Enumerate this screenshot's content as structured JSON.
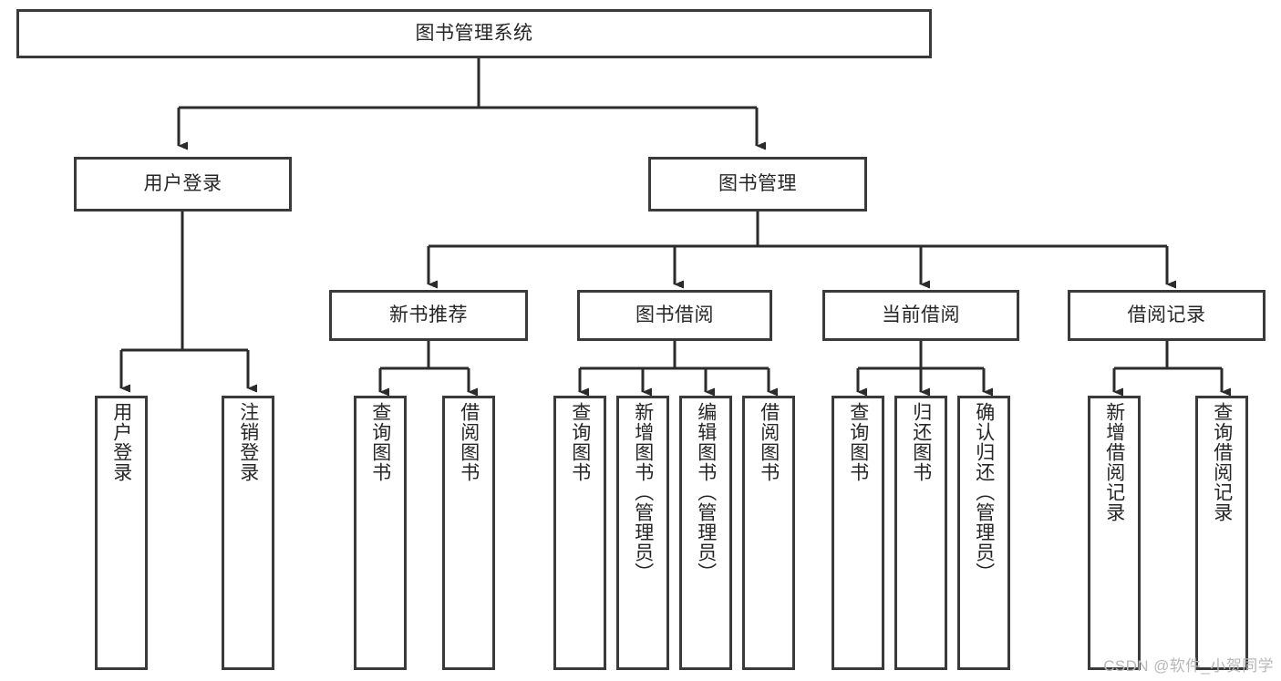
{
  "diagram": {
    "type": "tree",
    "title": "图书管理系统",
    "orientation": "top-down",
    "watermark": "CSDN @软件_小贺同学",
    "colors": {
      "box_border": "#3a3a3a",
      "box_fill": "#ffffff",
      "connector": "#2b2b2b",
      "text": "#262626",
      "watermark": "#b8b8b8",
      "background": "#ffffff"
    },
    "root": {
      "label": "图书管理系统",
      "level": 0
    },
    "level1": [
      {
        "label": "用户登录",
        "level": 1
      },
      {
        "label": "图书管理",
        "level": 1
      }
    ],
    "level2": [
      {
        "label": "新书推荐",
        "level": 2,
        "parent": "图书管理"
      },
      {
        "label": "图书借阅",
        "level": 2,
        "parent": "图书管理"
      },
      {
        "label": "当前借阅",
        "level": 2,
        "parent": "图书管理"
      },
      {
        "label": "借阅记录",
        "level": 2,
        "parent": "图书管理"
      }
    ],
    "leaves": [
      {
        "label": "用户登录",
        "parent": "用户登录",
        "group": 0
      },
      {
        "label": "注销登录",
        "parent": "用户登录",
        "group": 0
      },
      {
        "label": "查询图书",
        "parent": "新书推荐",
        "group": 1
      },
      {
        "label": "借阅图书",
        "parent": "新书推荐",
        "group": 1
      },
      {
        "label": "查询图书",
        "parent": "图书借阅",
        "group": 2
      },
      {
        "label": "新增图书（管理员）",
        "parent": "图书借阅",
        "group": 2
      },
      {
        "label": "编辑图书（管理员）",
        "parent": "图书借阅",
        "group": 2
      },
      {
        "label": "借阅图书",
        "parent": "图书借阅",
        "group": 2
      },
      {
        "label": "查询图书",
        "parent": "当前借阅",
        "group": 3
      },
      {
        "label": "归还图书",
        "parent": "当前借阅",
        "group": 3
      },
      {
        "label": "确认归还（管理员）",
        "parent": "当前借阅",
        "group": 3
      },
      {
        "label": "新增借阅记录",
        "parent": "借阅记录",
        "group": 4
      },
      {
        "label": "查询借阅记录",
        "parent": "借阅记录",
        "group": 4
      }
    ]
  }
}
